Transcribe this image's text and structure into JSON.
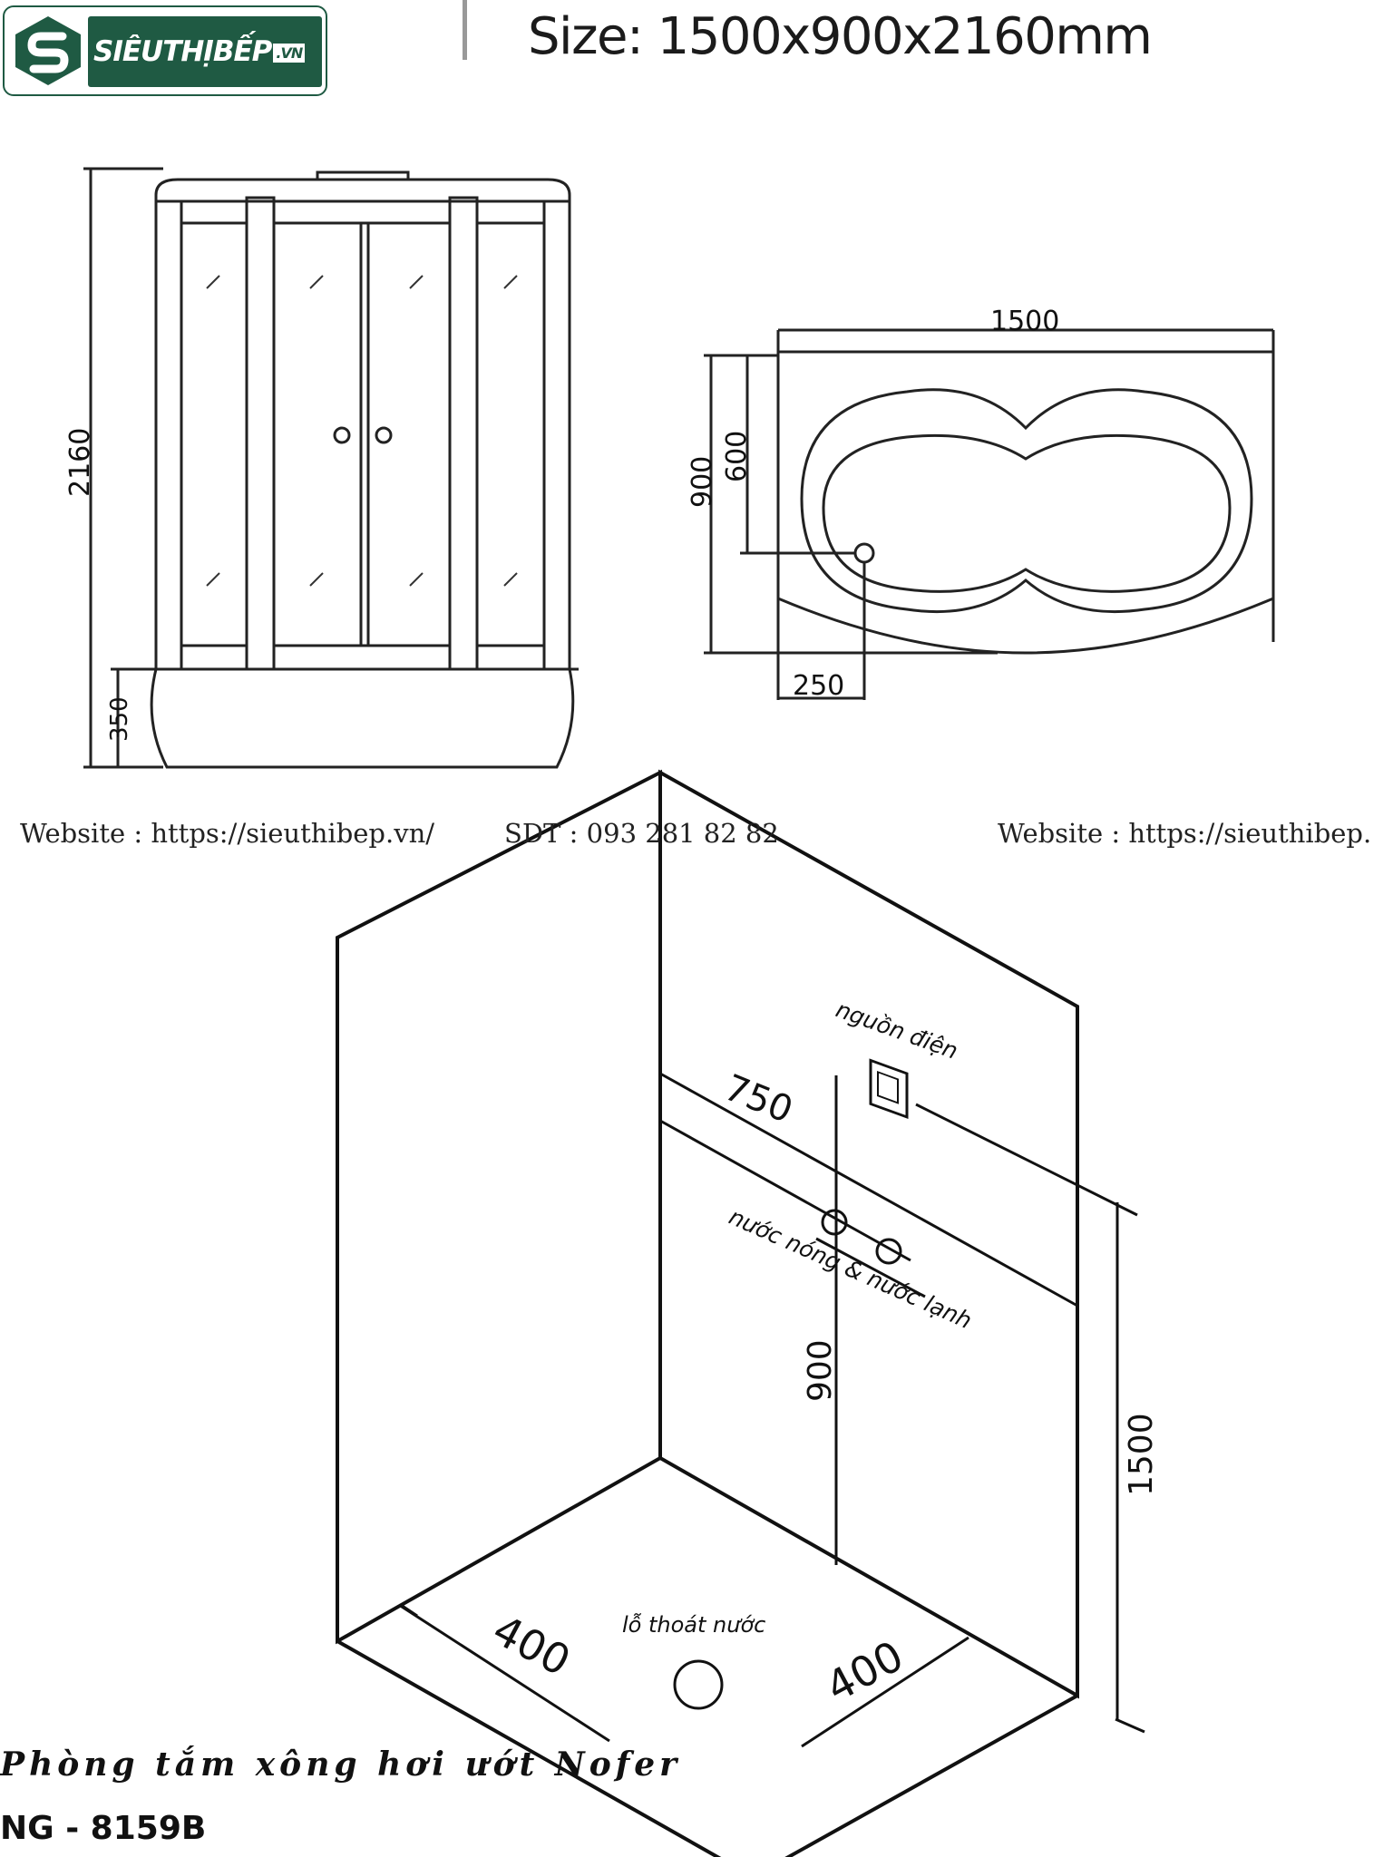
{
  "logo": {
    "text": "SIÊUTHỊBẾP",
    "suffix": ".VN",
    "brand_color": "#1f5a43"
  },
  "header": {
    "size_label": "Size: 1500x900x2160mm"
  },
  "front_view": {
    "height_total": "2160",
    "height_base": "350"
  },
  "top_view": {
    "width": "1500",
    "depth": "900",
    "drain_depth": "600",
    "drain_offset": "250"
  },
  "footer": {
    "website_left": "Website : https://sieuthibep.vn/",
    "phone": "SDT : 093 281 82 82",
    "website_right": "Website : https://sieuthibep."
  },
  "install_view": {
    "power_label": "nguồn điện",
    "water_label": "nước nóng & nước lạnh",
    "drain_label": "lỗ thoát nước",
    "dim_power_offset": "750",
    "dim_water_height": "900",
    "dim_power_height": "1500",
    "dim_drain_left": "400",
    "dim_drain_right": "400"
  },
  "product": {
    "name": "Phòng tắm xông hơi ướt Nofer",
    "code": "NG - 8159B"
  }
}
